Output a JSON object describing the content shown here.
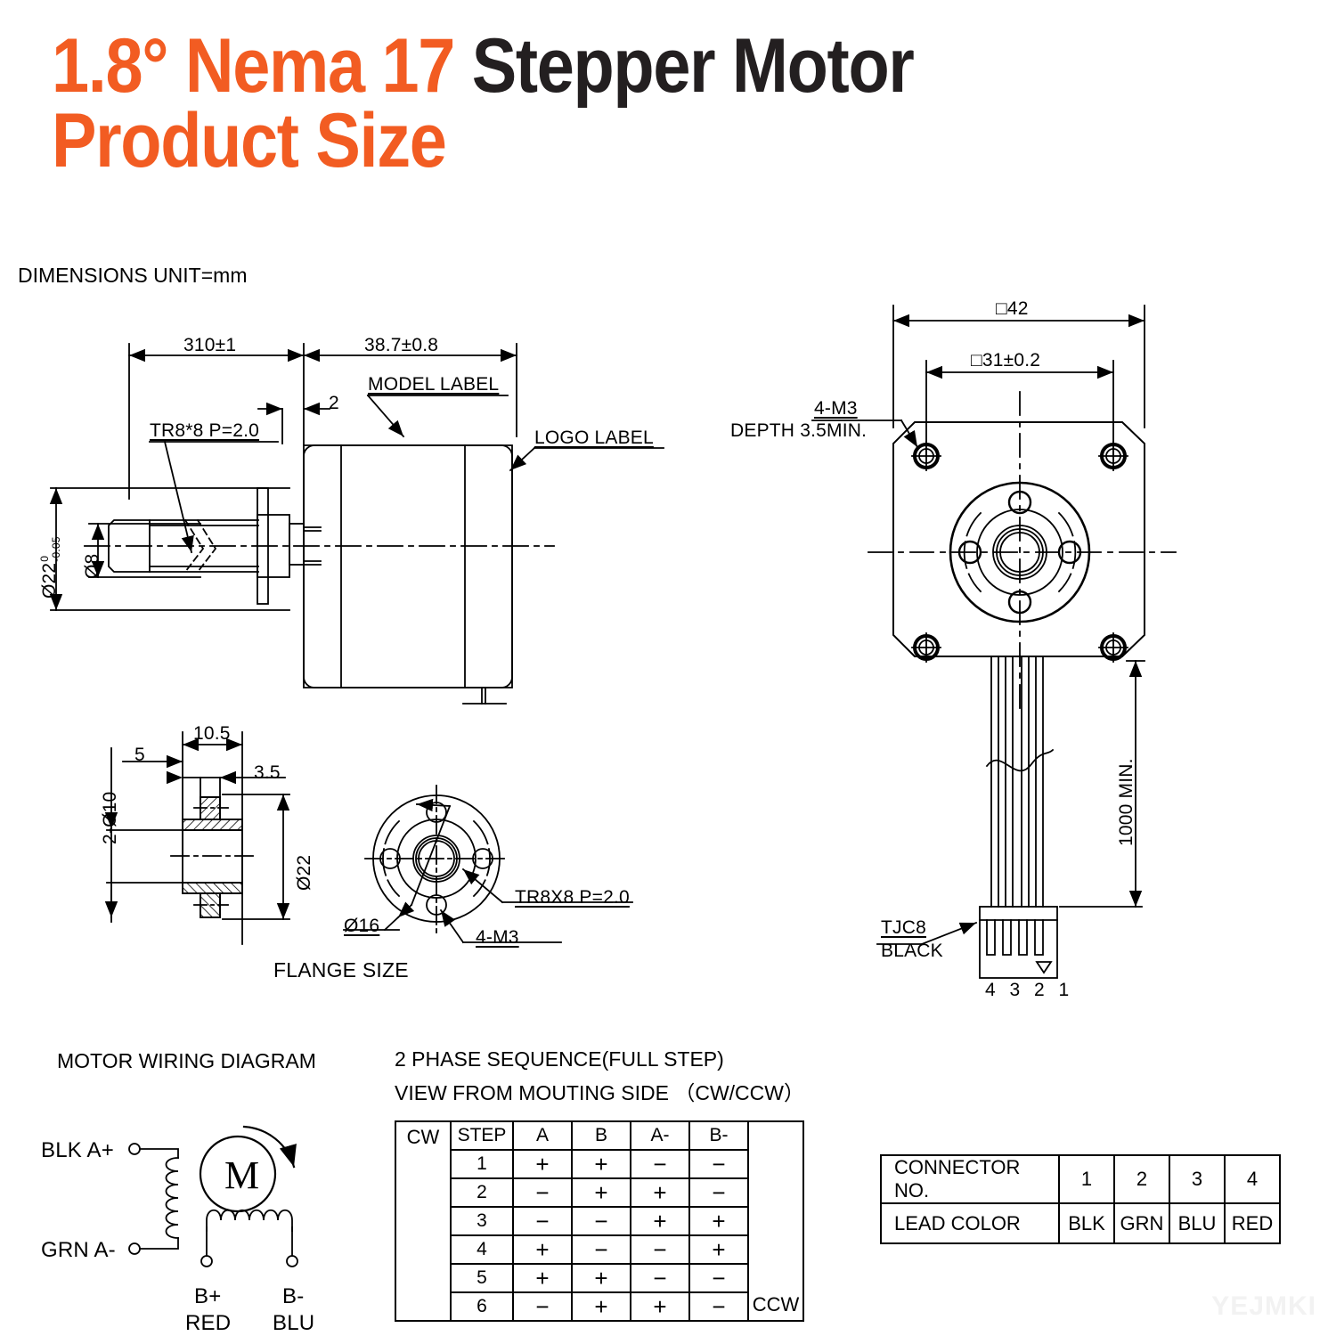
{
  "title": {
    "line1_orange": "1.8° Nema 17",
    "line1_dark": " Stepper Motor",
    "line2_orange": "Product Size"
  },
  "unit_note": "DIMENSIONS UNIT=mm",
  "side_view": {
    "len_shaft": "310±1",
    "len_body": "38.7±0.8",
    "gap": "2",
    "thread_note": "TR8*8 P=2.0",
    "model_label": "MODEL LABEL",
    "logo_label": "LOGO LABEL",
    "dia_outer": "Ø22",
    "dia_outer_tol_up": "0",
    "dia_outer_tol_dn": "-0.05",
    "dia_shaft": "Ø8"
  },
  "front_view": {
    "square_outer": "□42",
    "square_bolt": "□31±0.2",
    "screw_note_1": "4-M3",
    "screw_note_2": "DEPTH 3.5MIN.",
    "lead_len": "1000 MIN.",
    "connector_name": "TJC8",
    "connector_color": "BLACK",
    "pin_numbers": "4 3 2 1"
  },
  "flange_view": {
    "width_total": "10.5",
    "width_a": "5",
    "width_b": "3.5",
    "dia_holes": "2-Ø10",
    "dia_flange": "Ø22",
    "dia_bore": "Ø16",
    "thread_note": "TR8X8 P=2.0",
    "screw_note": "4-M3",
    "caption": "FLANGE SIZE"
  },
  "wiring": {
    "heading": "MOTOR WIRING  DIAGRAM",
    "terminal_a_plus": "BLK  A+",
    "terminal_a_minus": "GRN  A-",
    "motor_symbol": "M",
    "terminal_b_plus": "B+",
    "terminal_b_plus_color": "RED",
    "terminal_b_minus": "B-",
    "terminal_b_minus_color": "BLU"
  },
  "phase_sequence": {
    "heading_line1": "2 PHASE SEQUENCE(FULL STEP)",
    "heading_line2": "VIEW FROM MOUTING SIDE （CW/CCW）",
    "cw_label": "CW",
    "ccw_label": "CCW",
    "columns": [
      "STEP",
      "A",
      "B",
      "A-",
      "B-"
    ],
    "rows": [
      [
        "1",
        "+",
        "+",
        "−",
        "−"
      ],
      [
        "2",
        "−",
        "+",
        "+",
        "−"
      ],
      [
        "3",
        "−",
        "−",
        "+",
        "+"
      ],
      [
        "4",
        "+",
        "−",
        "−",
        "+"
      ],
      [
        "5",
        "+",
        "+",
        "−",
        "−"
      ],
      [
        "6",
        "−",
        "+",
        "+",
        "−"
      ]
    ]
  },
  "connector_table": {
    "row1_label": "CONNECTOR NO.",
    "row1_values": [
      "1",
      "2",
      "3",
      "4"
    ],
    "row2_label": "LEAD COLOR",
    "row2_values": [
      "BLK",
      "GRN",
      "BLU",
      "RED"
    ]
  },
  "watermark": "YEJMKI",
  "colors": {
    "accent_orange": "#F25C22",
    "title_dark": "#231F20",
    "line": "#000000"
  }
}
